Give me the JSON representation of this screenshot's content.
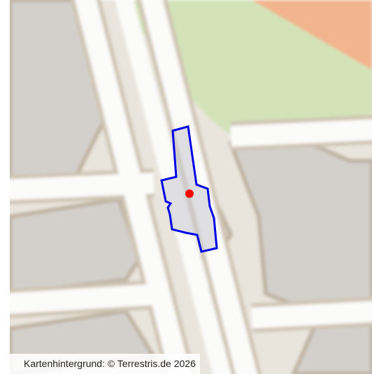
{
  "map": {
    "attribution": "Kartenhintergrund: © Terrestris.de 2026",
    "colors": {
      "land": "#e9e5dd",
      "street": "#fbfbfa",
      "street_casing": "#cfc4b3",
      "building": "#d3d0cc",
      "building_outline": "#bfb2a0",
      "park": "#d3e3b7",
      "orange_area": "#f2b48d",
      "parcel_outline": "#0000e6",
      "parcel_fill": "#c9c9cf",
      "marker": "#ff0000"
    },
    "layers": {
      "parcel": "selected-parcel-outline",
      "marker": "location-marker"
    }
  }
}
